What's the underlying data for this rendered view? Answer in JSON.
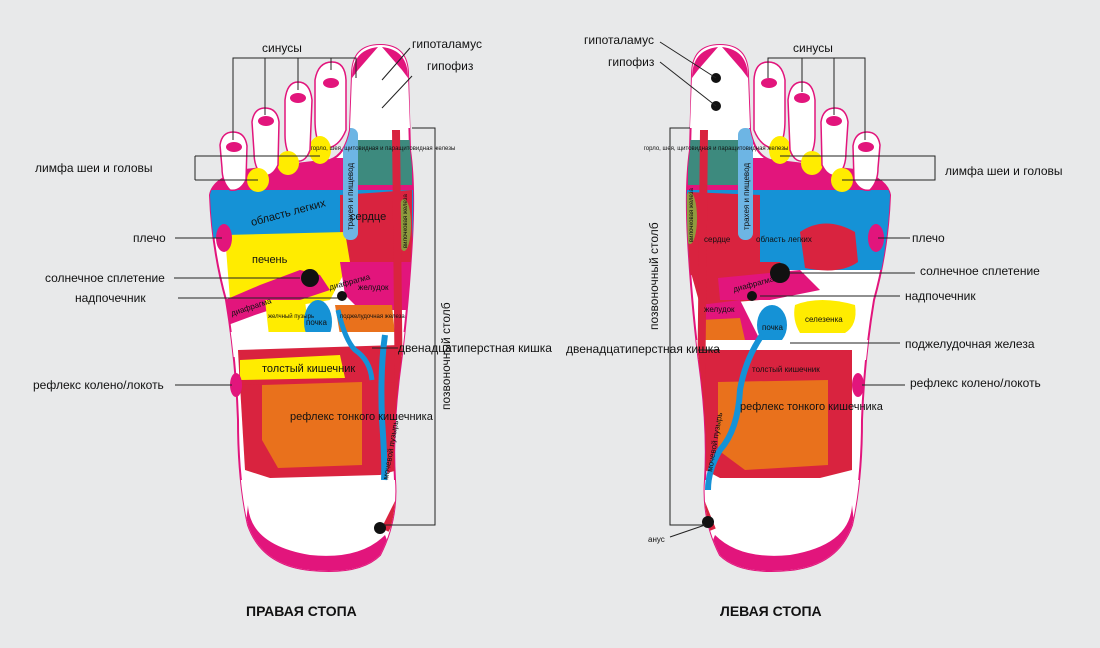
{
  "colors": {
    "background": "#e8e9ea",
    "magenta": "#e2157c",
    "crimson": "#d9233f",
    "yellow": "#ffec00",
    "blue": "#1592d6",
    "orange": "#e9711c",
    "olive": "#8f9a3e",
    "teal": "#3d8a7e",
    "skyblue": "#6db5e4",
    "white": "#ffffff",
    "point": "#111111"
  },
  "right_foot": {
    "title": "ПРАВАЯ СТОПА",
    "labels": {
      "sinuses": "синусы",
      "hypothalamus": "гипоталамус",
      "pituitary": "гипофиз",
      "lymph": "лимфа шеи и головы",
      "shoulder": "плечо",
      "solar": "солнечное сплетение",
      "adrenal": "надпочечник",
      "knee": "рефлекс колено/локоть",
      "spine": "позвоночный столб",
      "duodenum": "двенадцатиперстная кишка"
    },
    "inner": {
      "throat": "горло, шея, щитовидная и паращитовидная железы",
      "trachea": "трахея и пищевод",
      "lungs": "область легких",
      "heart": "сердце",
      "thymus": "вилочковая железа",
      "liver": "печень",
      "diaphragm1": "диафрагма",
      "diaphragm2": "диафрагма",
      "stomach": "желудок",
      "gallbladder": "желчный пузырь",
      "kidney": "почка",
      "pancreas": "поджелудочная железа",
      "colon": "толстый кишечник",
      "small_intestine": "рефлекс тонкого кишечника",
      "bladder": "мочевой пузырь"
    }
  },
  "left_foot": {
    "title": "ЛЕВАЯ СТОПА",
    "labels": {
      "hypothalamus": "гипоталамус",
      "pituitary": "гипофиз",
      "sinuses": "синусы",
      "lymph": "лимфа шеи и головы",
      "shoulder": "плечо",
      "solar": "солнечное сплетение",
      "adrenal": "надпочечник",
      "pancreas": "поджелудочная железа",
      "knee": "рефлекс колено/локоть",
      "spine": "позвоночный столб",
      "duodenum": "двенадцатиперстная кишка",
      "anus": "анус"
    },
    "inner": {
      "throat": "горло, шея, щитовидная и паращитовидная железы",
      "trachea": "трахея и пищевод",
      "thymus": "вилочковая железа",
      "heart": "сердце",
      "lungs": "область легких",
      "diaphragm": "диафрагма",
      "stomach": "желудок",
      "kidney": "почка",
      "spleen": "селезенка",
      "colon": "толстый кишечник",
      "small_intestine": "рефлекс тонкого кишечника",
      "bladder": "мочевой пузырь"
    }
  }
}
